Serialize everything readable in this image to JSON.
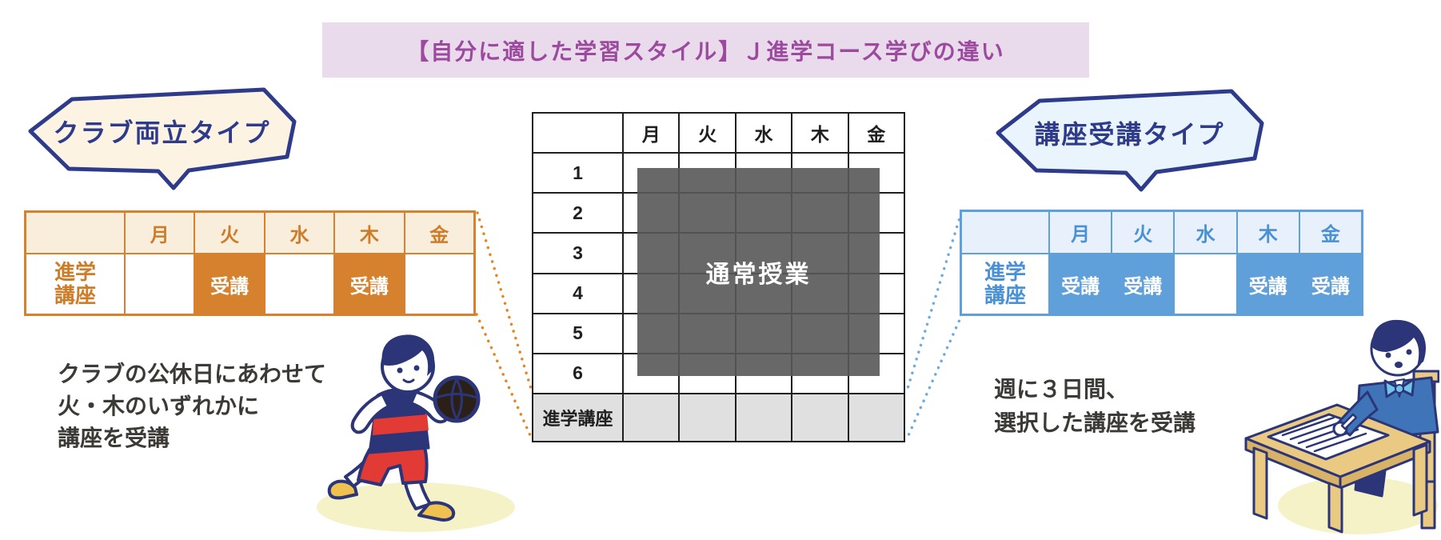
{
  "title": "【自分に適した学習スタイル】Ｊ進学コース学びの違い",
  "left_section": {
    "bubble_label": "クラブ両立タイプ",
    "table": {
      "days": [
        "月",
        "火",
        "水",
        "木",
        "金"
      ],
      "row_label": "進学講座",
      "row_label_lines": [
        "進学",
        "講座"
      ],
      "cells": [
        "",
        "受講",
        "",
        "受講",
        ""
      ]
    },
    "description_lines": [
      "クラブの公休日にあわせて",
      "火・木のいずれかに",
      "講座を受講"
    ]
  },
  "center_table": {
    "days": [
      "月",
      "火",
      "水",
      "木",
      "金"
    ],
    "periods": [
      "1",
      "2",
      "3",
      "4",
      "5",
      "6"
    ],
    "bottom_row_label": "進学講座",
    "overlay_label": "通常授業"
  },
  "right_section": {
    "bubble_label": "講座受講タイプ",
    "table": {
      "days": [
        "月",
        "火",
        "水",
        "木",
        "金"
      ],
      "row_label": "進学講座",
      "row_label_lines": [
        "進学",
        "講座"
      ],
      "cells": [
        "受講",
        "受講",
        "",
        "受講",
        "受講"
      ]
    },
    "description_lines": [
      "週に３日間、",
      "選択した講座を受講"
    ]
  },
  "colors": {
    "title_bg": "#e9daec",
    "title_text": "#9c4a9e",
    "orange": "#d5812d",
    "orange_header_bg": "#f9eedc",
    "blue": "#5f9fda",
    "blue_header_bg": "#e8f1fb",
    "navy": "#2e3a8a",
    "overlay_gray": "#585858",
    "bottom_row_gray": "#e0e0e0",
    "dotted_orange": "#e8831f",
    "dotted_blue": "#6aabe2"
  },
  "illustrations": {
    "left": "basketball-player",
    "right": "student-writing-at-desk"
  }
}
